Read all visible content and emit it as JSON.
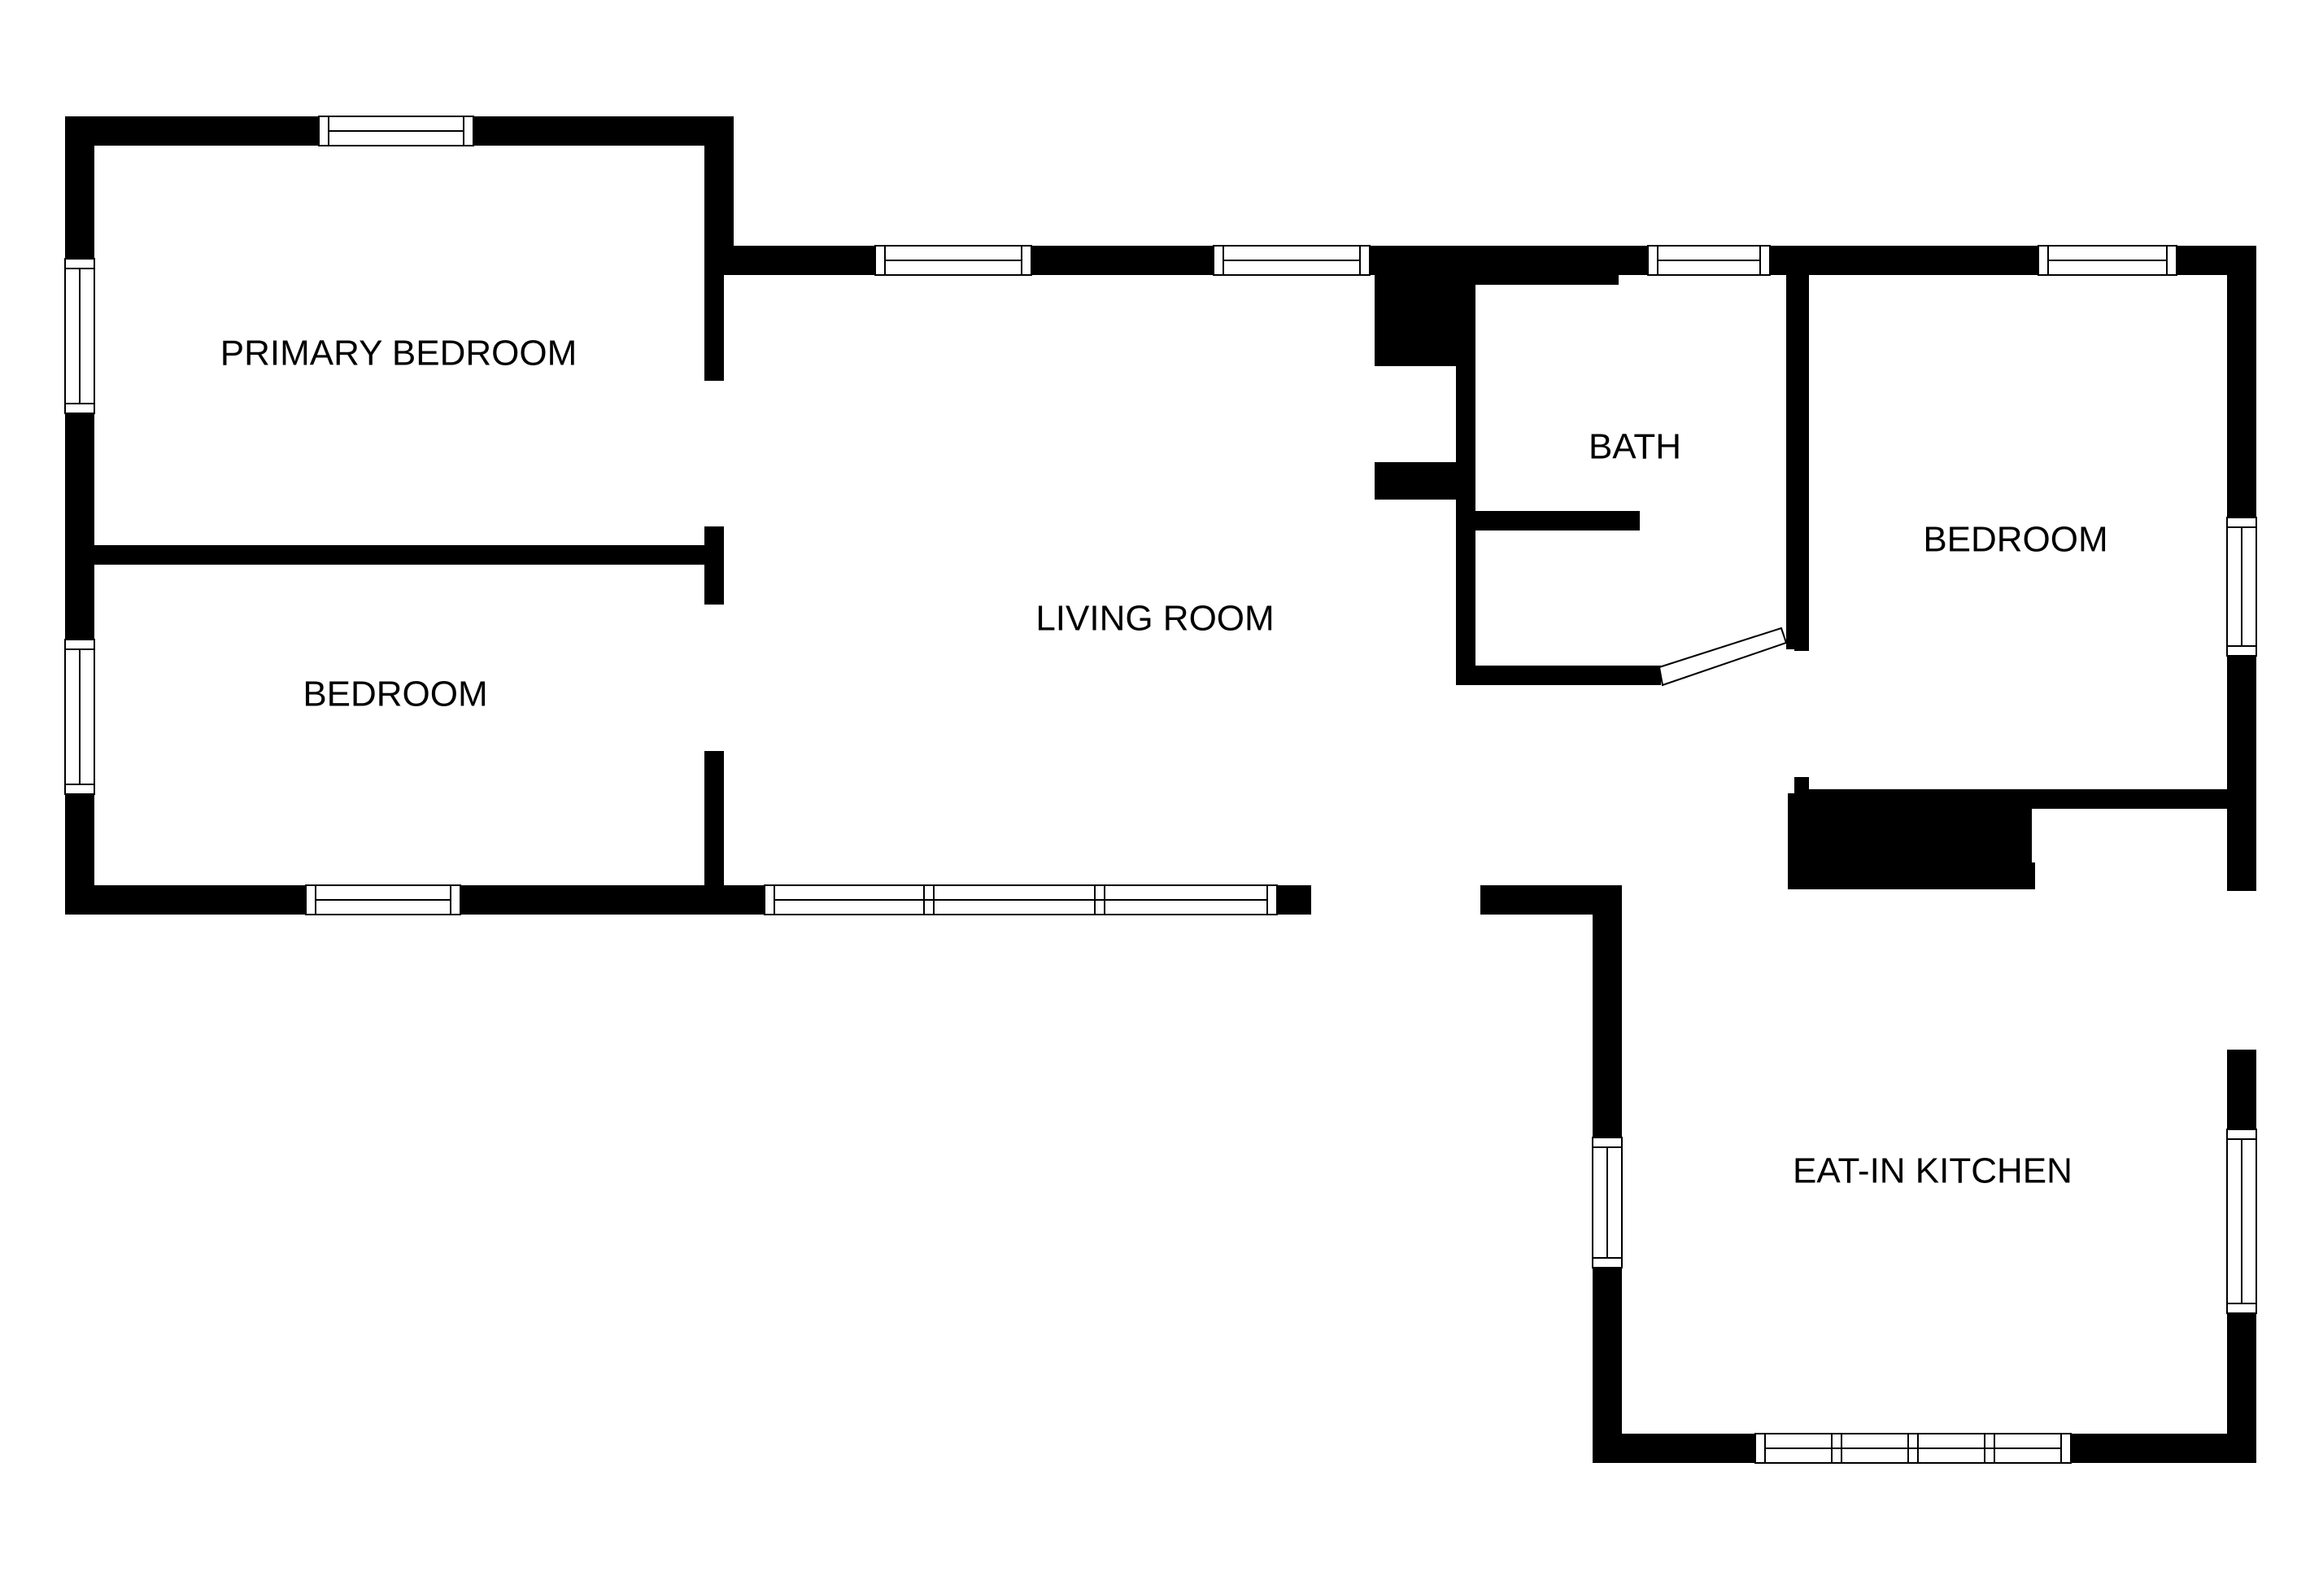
{
  "plan": {
    "wall_color": "#000000",
    "background_color": "#ffffff",
    "rooms": [
      {
        "id": "primary-bedroom",
        "label": "PRIMARY BEDROOM"
      },
      {
        "id": "bedroom-west",
        "label": "BEDROOM"
      },
      {
        "id": "living-room",
        "label": "LIVING ROOM"
      },
      {
        "id": "bath",
        "label": "BATH"
      },
      {
        "id": "bedroom-east",
        "label": "BEDROOM"
      },
      {
        "id": "eat-in-kitchen",
        "label": "EAT-IN KITCHEN"
      }
    ]
  }
}
